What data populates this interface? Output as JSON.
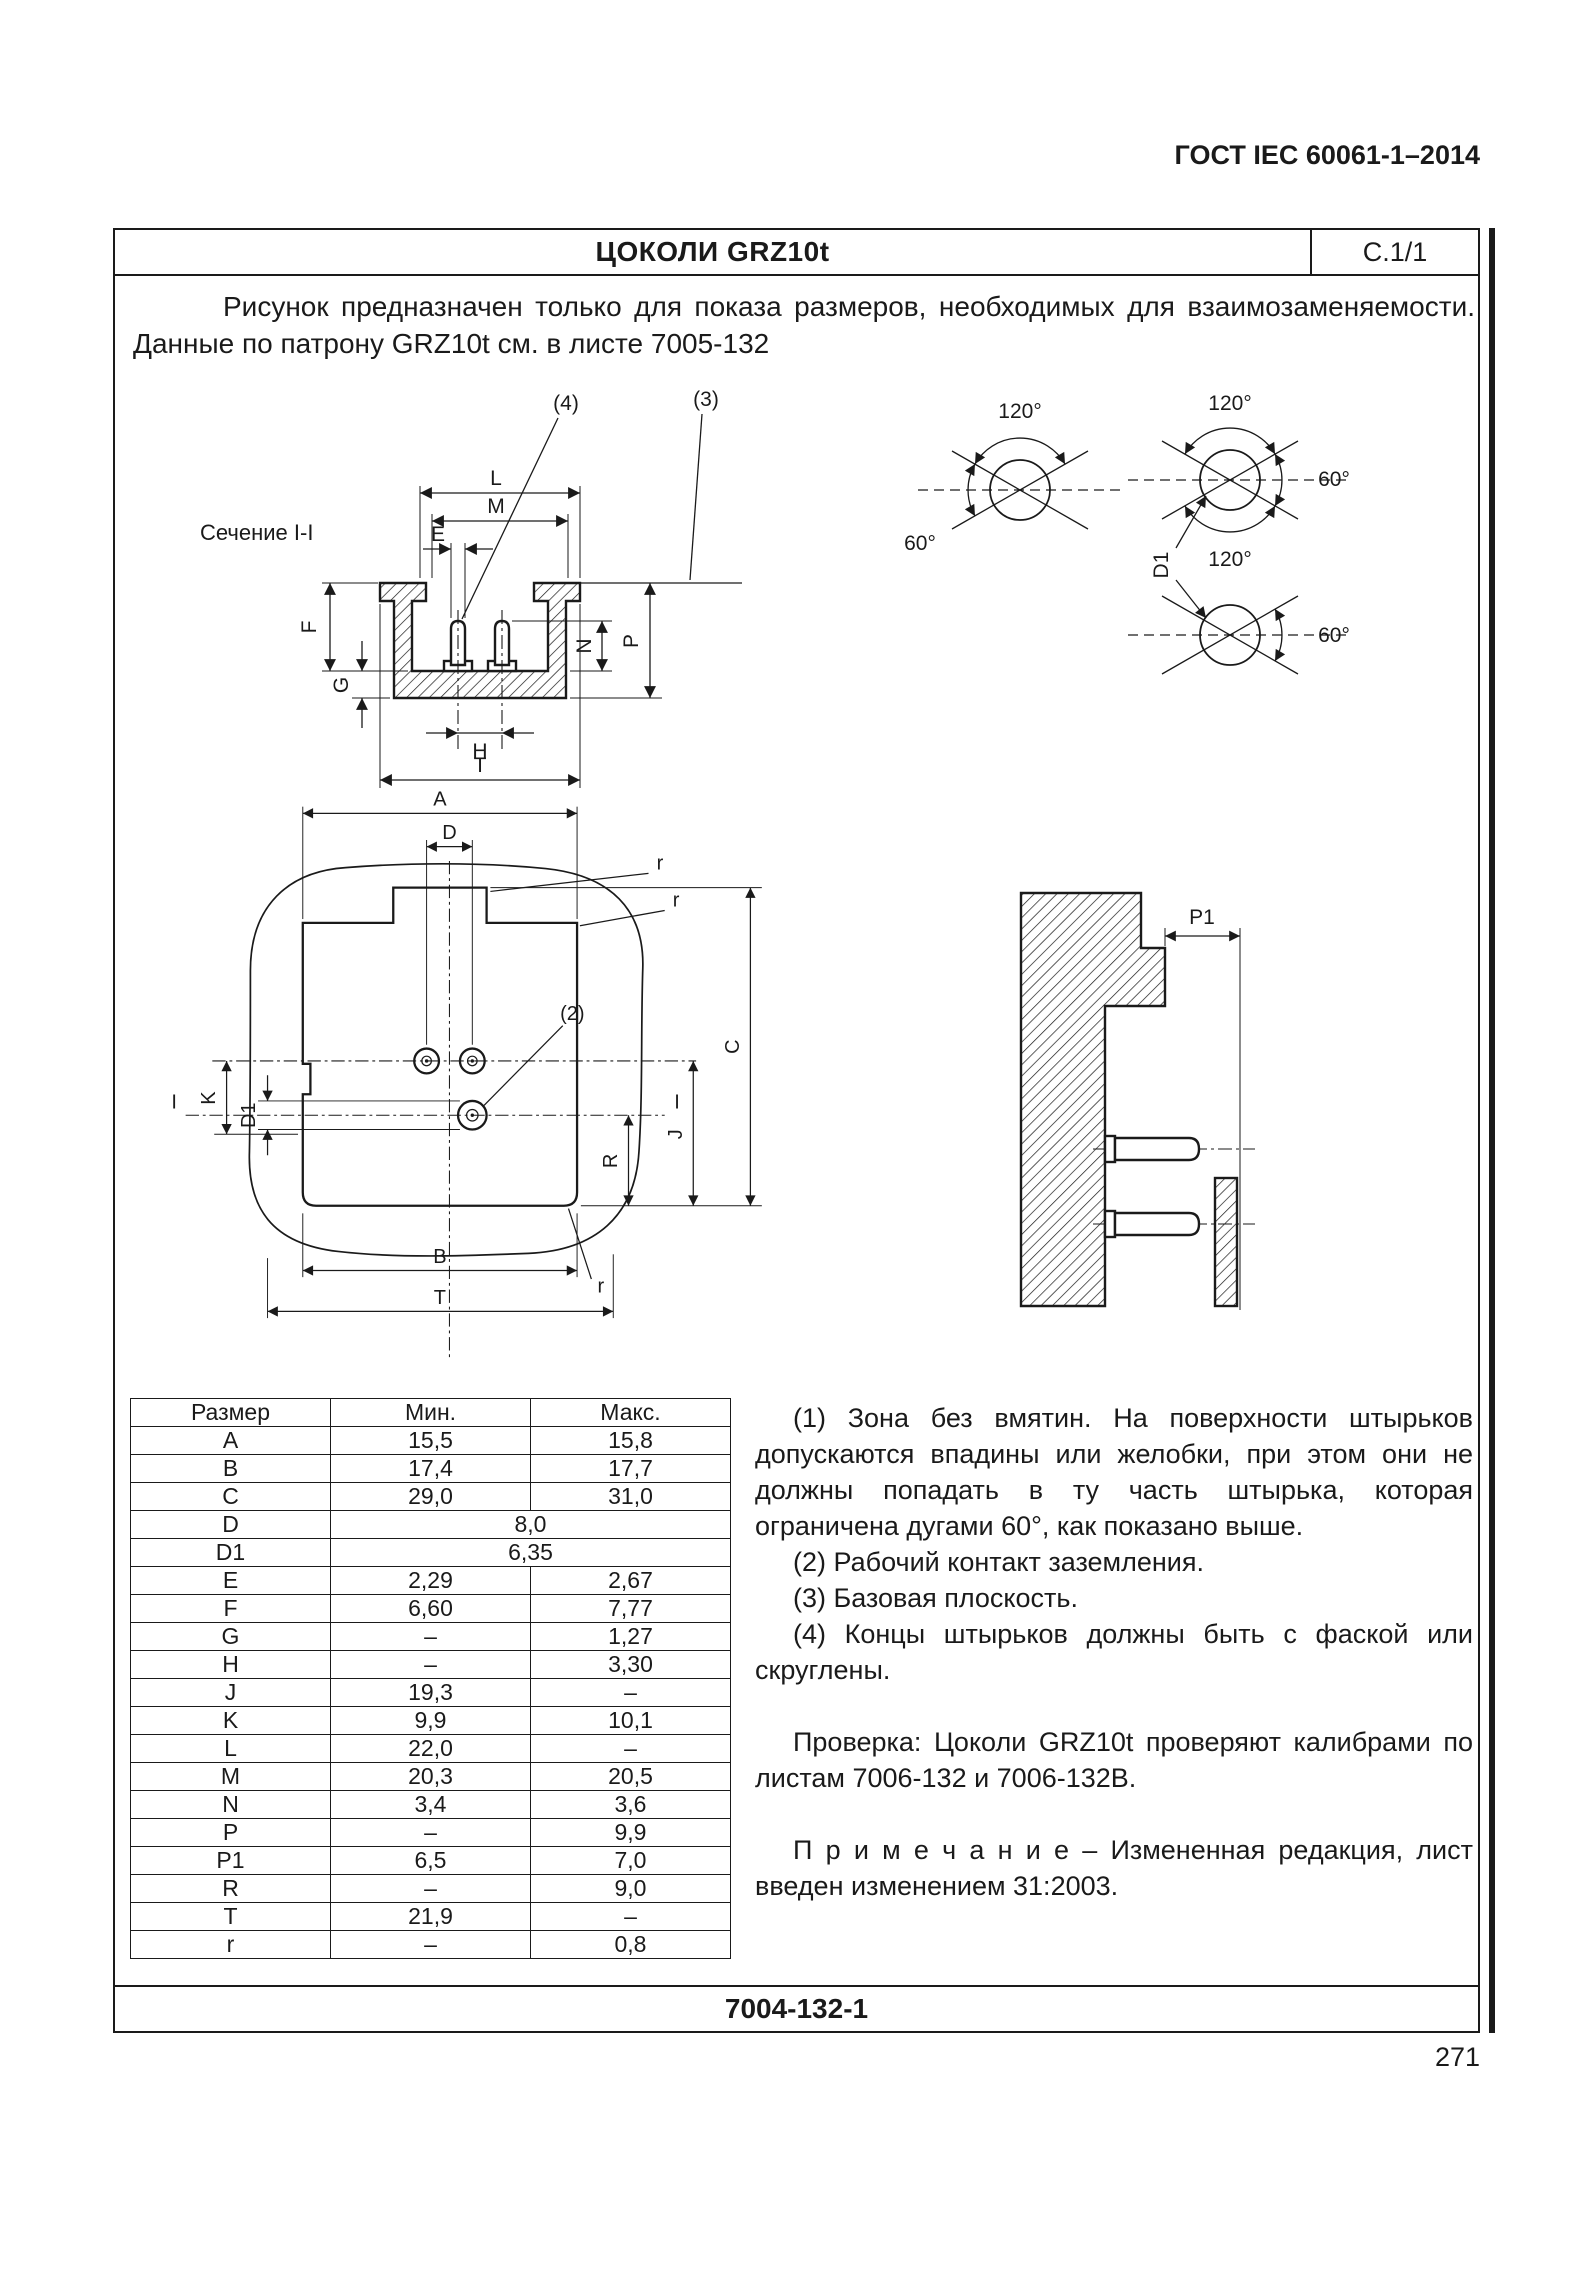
{
  "page": {
    "doc_header": "ГОСТ IEC 60061-1–2014",
    "page_number": "271"
  },
  "sheet": {
    "title": "ЦОКОЛИ GRZ10t",
    "sheet_no": "С.1/1",
    "intro": "Рисунок предназначен только для показа размеров, необходимых для взаимозаменяемости. Данные по патрону GRZ10t см. в листе 7005-132",
    "footer_ref": "7004-132-1"
  },
  "drawings": {
    "section": {
      "caption": "Сечение I-I",
      "dim_L": "L",
      "dim_M": "M",
      "dim_E": "E",
      "dim_F": "F",
      "dim_G": "G",
      "dim_N": "N",
      "dim_P": "P",
      "dim_H": "H",
      "dim_T": "T",
      "callout_3": "(3)",
      "callout_4": "(4)"
    },
    "pin_zones": {
      "angle_120_a": "120°",
      "angle_120_b": "120°",
      "angle_120_c": "120°",
      "angle_60_a": "60°",
      "angle_60_b": "60°",
      "angle_60_c": "60°",
      "dim_D1": "D1"
    },
    "plan": {
      "dim_A": "A",
      "dim_D": "D",
      "dim_B": "B",
      "dim_T": "T",
      "dim_C": "C",
      "dim_J": "J",
      "dim_R": "R",
      "dim_K": "K",
      "dim_D1": "D1",
      "section_I_left": "I",
      "section_I_right": "I",
      "r_1": "r",
      "r_2": "r",
      "r_3": "r",
      "callout_2": "(2)"
    },
    "side": {
      "dim_P1": "P1"
    }
  },
  "table": {
    "headers": [
      "Размер",
      "Мин.",
      "Макс."
    ],
    "rows": [
      {
        "n": "A",
        "min": "15,5",
        "max": "15,8"
      },
      {
        "n": "B",
        "min": "17,4",
        "max": "17,7"
      },
      {
        "n": "C",
        "min": "29,0",
        "max": "31,0"
      },
      {
        "n": "D",
        "value": "8,0"
      },
      {
        "n": "D1",
        "value": "6,35"
      },
      {
        "n": "E",
        "min": "2,29",
        "max": "2,67"
      },
      {
        "n": "F",
        "min": "6,60",
        "max": "7,77"
      },
      {
        "n": "G",
        "min": "–",
        "max": "1,27"
      },
      {
        "n": "H",
        "min": "–",
        "max": "3,30"
      },
      {
        "n": "J",
        "min": "19,3",
        "max": "–"
      },
      {
        "n": "K",
        "min": "9,9",
        "max": "10,1"
      },
      {
        "n": "L",
        "min": "22,0",
        "max": "–"
      },
      {
        "n": "M",
        "min": "20,3",
        "max": "20,5"
      },
      {
        "n": "N",
        "min": "3,4",
        "max": "3,6"
      },
      {
        "n": "P",
        "min": "–",
        "max": "9,9"
      },
      {
        "n": "P1",
        "min": "6,5",
        "max": "7,0"
      },
      {
        "n": "R",
        "min": "–",
        "max": "9,0"
      },
      {
        "n": "T",
        "min": "21,9",
        "max": "–"
      },
      {
        "n": "r",
        "min": "–",
        "max": "0,8"
      }
    ]
  },
  "notes": {
    "note_1": "(1) Зона без вмятин. На поверхности штырьков допускаются впадины или желобки, при этом они не должны попадать в ту часть штырька, которая ограничена дугами 60°, как показано выше.",
    "note_2": "(2) Рабочий контакт заземления.",
    "note_3": "(3) Базовая плоскость.",
    "note_4": "(4) Концы штырьков должны быть с фаской или скруглены.",
    "check": "Проверка: Цоколи GRZ10t проверяют калибрами по листам 7006-132 и 7006-132В.",
    "remark": "П р и м е ч а н и е  –  Измененная редакция, лист введен изменением 31:2003."
  }
}
